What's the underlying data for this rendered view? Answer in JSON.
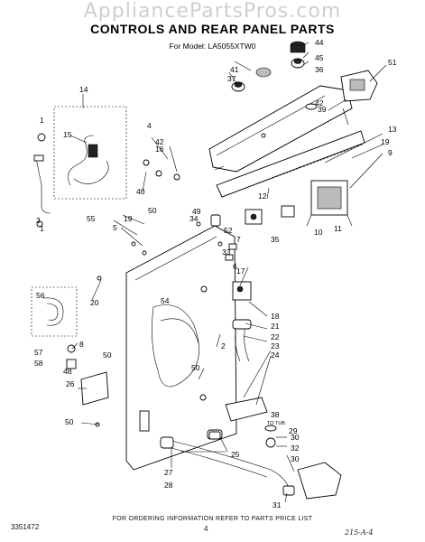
{
  "watermark": "AppliancePartsPros.com",
  "title": "CONTROLS AND REAR PANEL PARTS",
  "model_line": "For Model: LA5055XTW0",
  "footer_note": "FOR ORDERING INFORMATION REFER TO PARTS PRICE LIST",
  "doc_number": "3351472",
  "page_number": "4",
  "handwritten_ref": "215-A-4",
  "inline_note": "TO TUB",
  "callouts": [
    "1",
    "2",
    "3",
    "4",
    "5",
    "6",
    "7",
    "8",
    "9",
    "10",
    "11",
    "12",
    "13",
    "14",
    "15",
    "16",
    "17",
    "18",
    "19",
    "20",
    "21",
    "22",
    "23",
    "24",
    "25",
    "26",
    "27",
    "28",
    "29",
    "30",
    "31",
    "32",
    "33",
    "34",
    "35",
    "36",
    "37",
    "38",
    "39",
    "40",
    "41",
    "42",
    "44",
    "45",
    "48",
    "49",
    "50",
    "51",
    "52",
    "54",
    "55",
    "56",
    "57",
    "58"
  ],
  "colors": {
    "ink": "#000000",
    "paper": "#ffffff",
    "watermark": "#cfcfcf"
  }
}
